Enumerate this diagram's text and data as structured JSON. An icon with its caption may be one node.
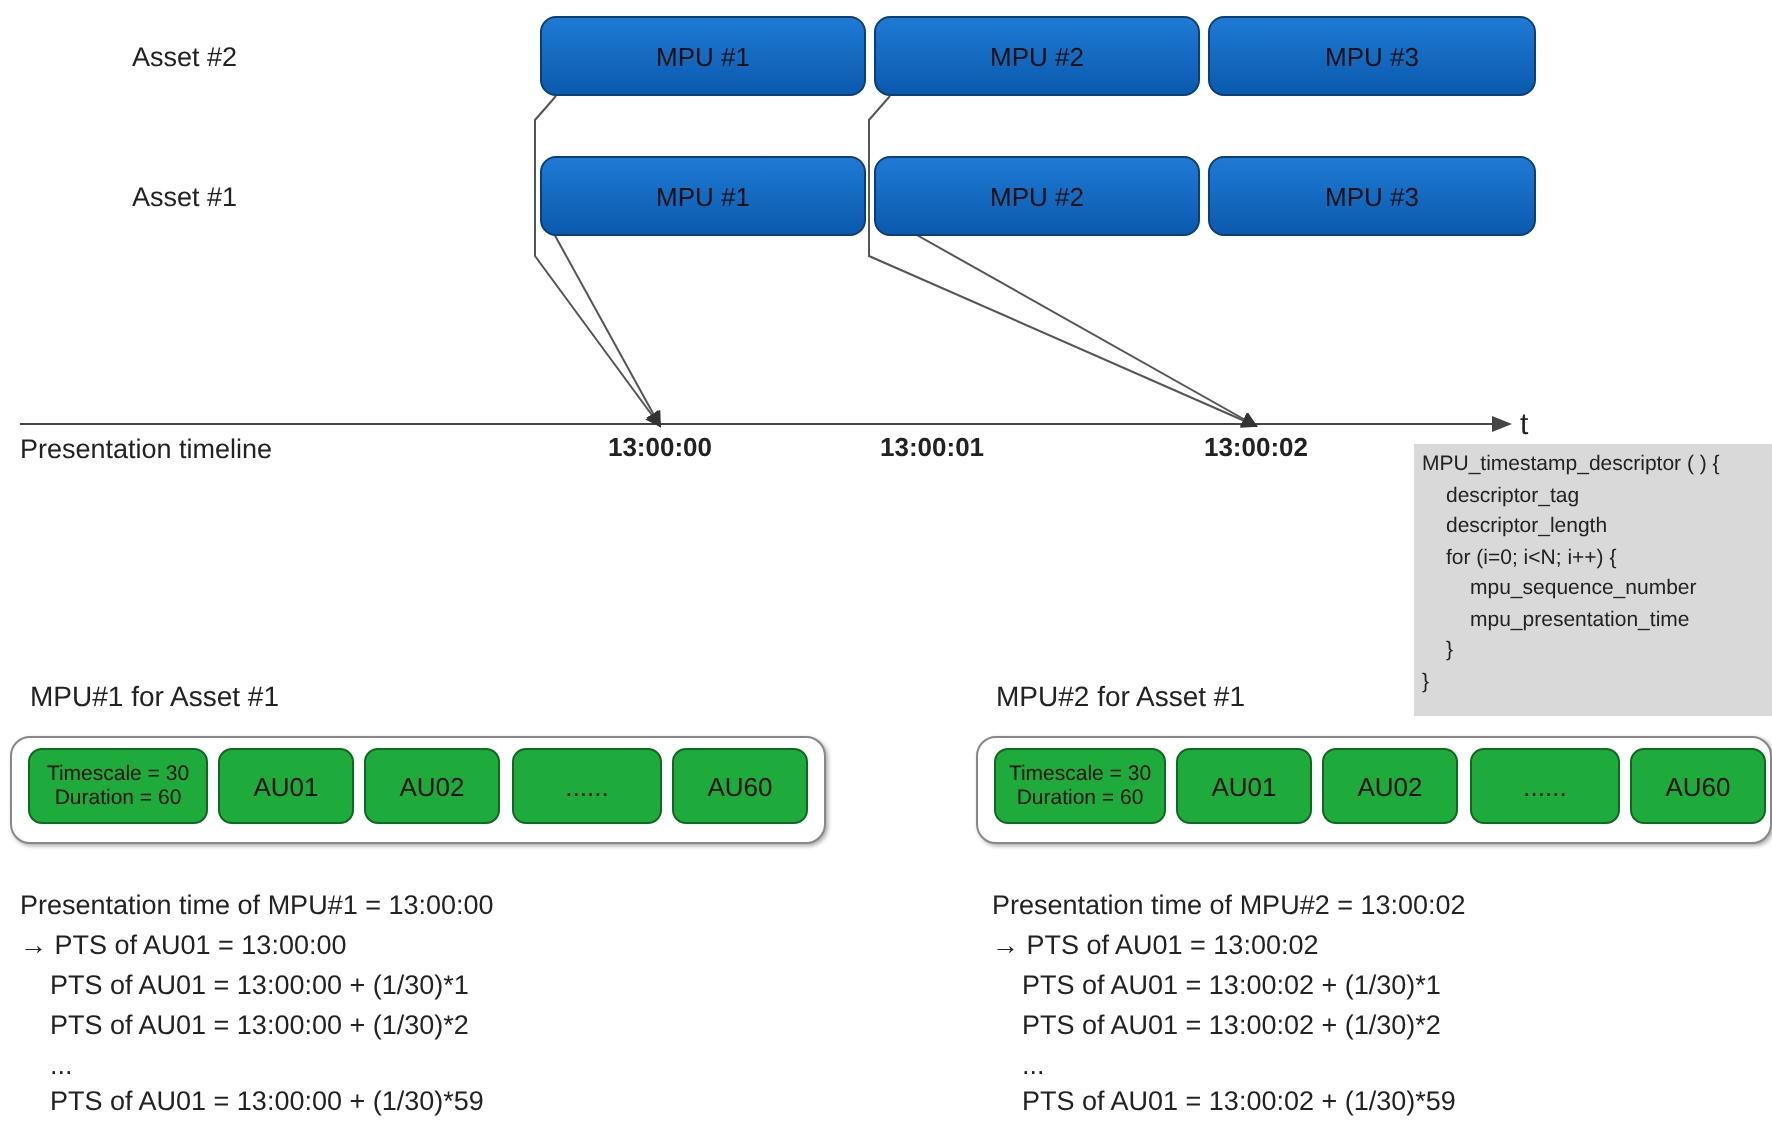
{
  "diagram": {
    "nodes": [
      {
        "text": [
          "MPU #1"
        ]
      },
      {
        "text": [
          "MPU #2"
        ]
      },
      {
        "text": [
          "MPU #3"
        ]
      },
      {
        "text": [
          "MPU #1"
        ]
      },
      {
        "text": [
          "MPU #2"
        ]
      },
      {
        "text": [
          "MPU #3"
        ]
      },
      {
        "text": [
          "13:00:00"
        ]
      },
      {
        "text": [
          "13:00:02"
        ]
      },
      {
        "text": [
          "MPU_timestamp_descriptor ( ) {",
          "descriptor_tag",
          "descriptor_length",
          "for (i=0; i<N; i++)   {",
          "mpu_sequence_number",
          "mpu_presentation_time",
          "}",
          "}"
        ]
      },
      {
        "text": [
          "MPU#1 for Asset #1"
        ]
      },
      {
        "text": [
          "Timescale = 30",
          "Duration = 60"
        ],
        "in": 9
      },
      {
        "text": [
          "AU01"
        ],
        "in": 9
      },
      {
        "text": [
          "AU02"
        ],
        "in": 9
      },
      {
        "text": [
          "......"
        ],
        "in": 9
      },
      {
        "text": [
          "AU60"
        ],
        "in": 9
      },
      {
        "text": [
          "MPU#2 for Asset #1"
        ]
      },
      {
        "text": [
          "Timescale = 30",
          "Duration = 60"
        ],
        "in": 15
      },
      {
        "text": [
          "AU01"
        ],
        "in": 15
      },
      {
        "text": [
          "AU02"
        ],
        "in": 15
      },
      {
        "text": [
          "......"
        ],
        "in": 15
      },
      {
        "text": [
          "AU60"
        ],
        "in": 15
      }
    ],
    "edges": [
      {
        "from": 0,
        "to": 6,
        "arrow": "to"
      },
      {
        "from": 3,
        "to": 6,
        "arrow": "to"
      },
      {
        "from": 1,
        "to": 7,
        "arrow": "to"
      },
      {
        "from": 4,
        "to": 7,
        "arrow": "to"
      }
    ],
    "labels": [
      "Asset #2",
      "Asset #1",
      "Presentation timeline",
      "13:00:01",
      "t",
      "Presentation time of MPU#1 = 13:00:00",
      "→ PTS of AU01 = 13:00:00",
      "PTS of AU01 = 13:00:00 + (1/30)*1",
      "PTS of AU01 = 13:00:00 + (1/30)*2",
      "...",
      "PTS of AU01 = 13:00:00 + (1/30)*59",
      "Presentation time of MPU#2 = 13:00:02",
      "→ PTS of AU01 = 13:00:02",
      "PTS of AU01 = 13:00:02 + (1/30)*1",
      "PTS of AU01 = 13:00:02 + (1/30)*2",
      "...",
      "PTS of AU01 = 13:00:02 + (1/30)*59"
    ]
  }
}
